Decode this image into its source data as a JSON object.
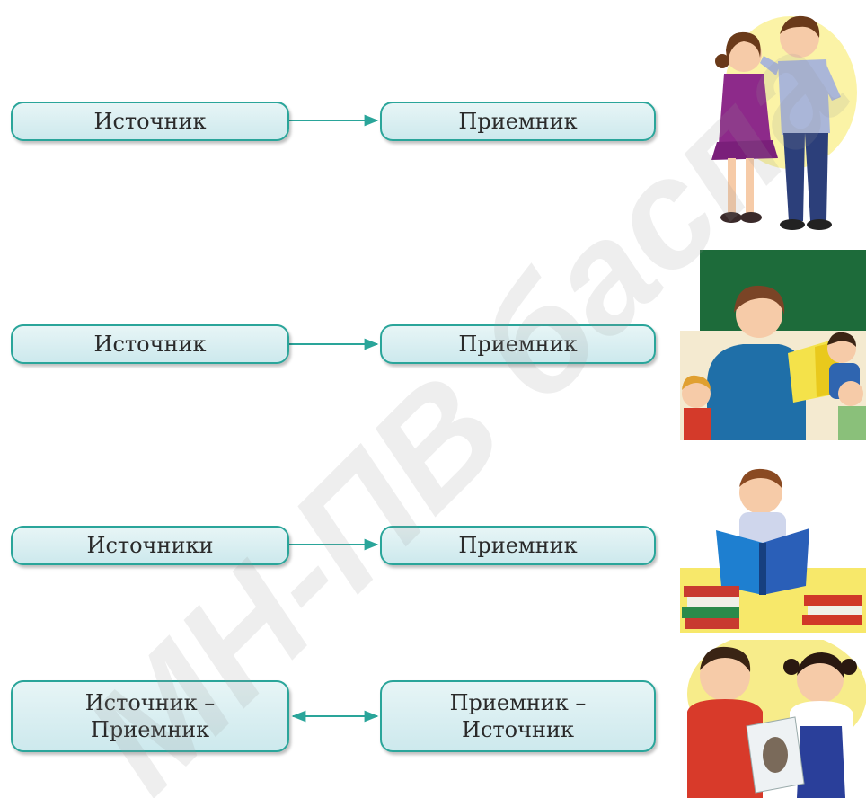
{
  "rows": [
    {
      "source": "Источник",
      "receiver": "Приемник",
      "direction": "one-way"
    },
    {
      "source": "Источник",
      "receiver": "Приемник",
      "direction": "one-way"
    },
    {
      "source": "Источники",
      "receiver": "Приемник",
      "direction": "one-way"
    },
    {
      "source": "Источник –\nПриемник",
      "receiver": "Приемник –\nИсточник",
      "direction": "two-way"
    }
  ],
  "watermark": "МН-ПВ баспа",
  "colors": {
    "accent": "#2aa59a",
    "box_fill": "#d6eef0"
  },
  "illustrations": [
    "two-children-talking-icon",
    "teacher-reading-to-children-icon",
    "boy-reading-book-icon",
    "two-children-with-picture-icon"
  ]
}
